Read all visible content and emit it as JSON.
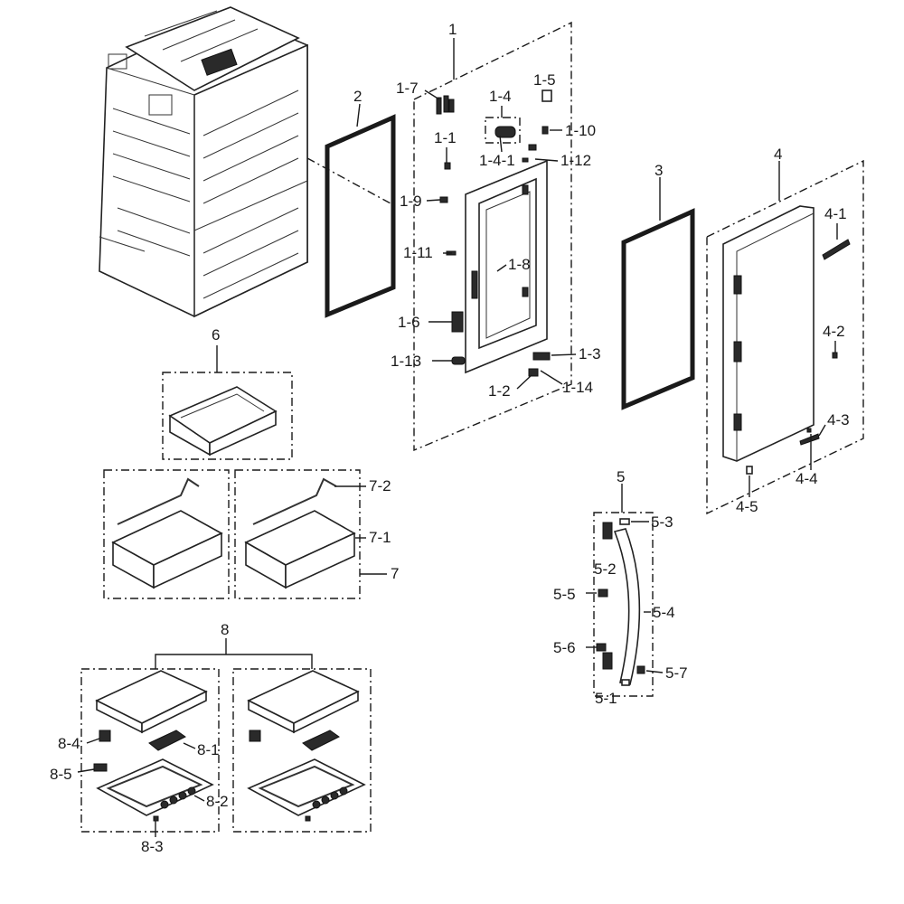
{
  "labels": {
    "p1": "1",
    "p1_1": "1-1",
    "p1_2": "1-2",
    "p1_3": "1-3",
    "p1_4": "1-4",
    "p1_4_1": "1-4-1",
    "p1_5": "1-5",
    "p1_6": "1-6",
    "p1_7": "1-7",
    "p1_8": "1-8",
    "p1_9": "1-9",
    "p1_10": "1-10",
    "p1_11": "1-11",
    "p1_12": "1-12",
    "p1_13": "1-13",
    "p1_14": "1-14",
    "p2": "2",
    "p3": "3",
    "p4": "4",
    "p4_1": "4-1",
    "p4_2": "4-2",
    "p4_3": "4-3",
    "p4_4": "4-4",
    "p4_5": "4-5",
    "p5": "5",
    "p5_1": "5-1",
    "p5_2": "5-2",
    "p5_3": "5-3",
    "p5_4": "5-4",
    "p5_5": "5-5",
    "p5_6": "5-6",
    "p5_7": "5-7",
    "p6": "6",
    "p7": "7",
    "p7_1": "7-1",
    "p7_2": "7-2",
    "p8": "8",
    "p8_1": "8-1",
    "p8_2": "8-2",
    "p8_3": "8-3",
    "p8_4": "8-4",
    "p8_5": "8-5"
  }
}
